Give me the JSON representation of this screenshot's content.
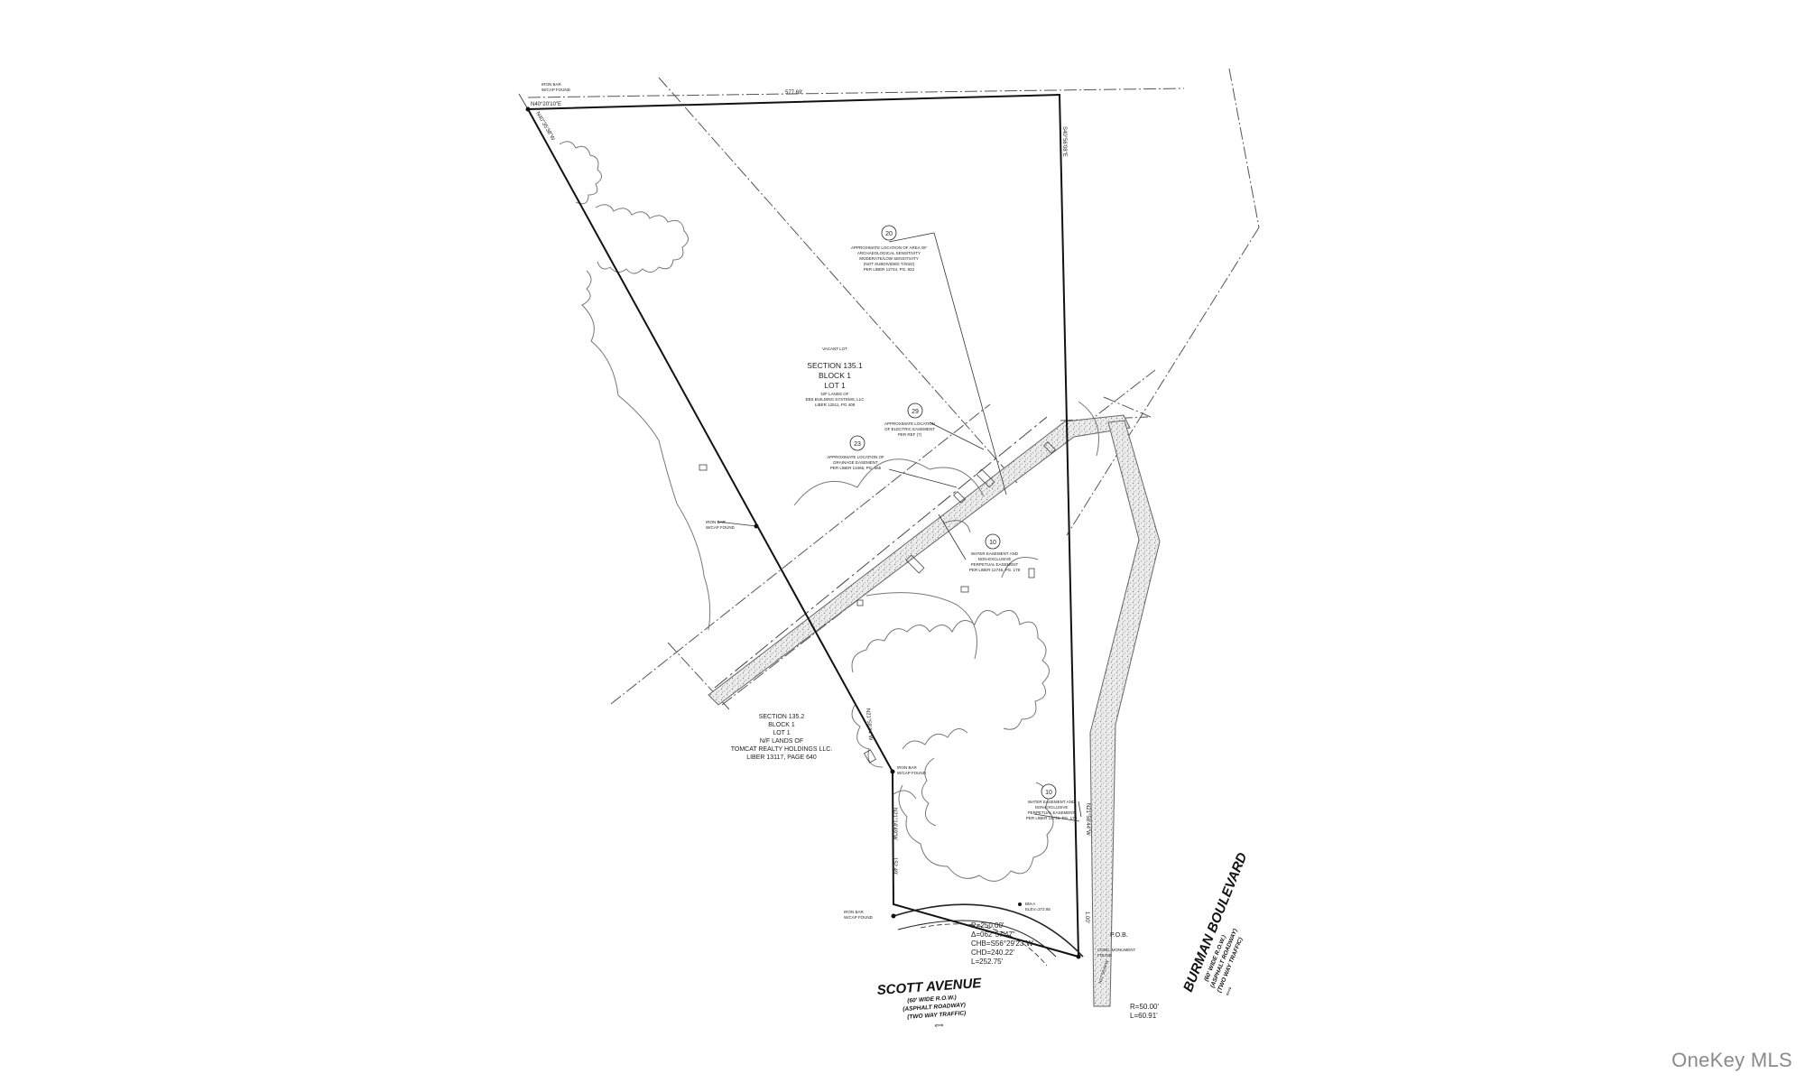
{
  "plat": {
    "boundary_dims": {
      "north": "577.69'",
      "nw_bearing": "N40°20'10\"E",
      "east": "S40°56'08\"E",
      "west_upper": "N40°35'38\"W",
      "west_lower": "N21°14'49\"W",
      "west_lower_len": "152.49'",
      "south_east": "N21°58'44\"W",
      "south_east_len": "1.00'"
    },
    "monuments": {
      "iron_bar_top": "IRON BAR",
      "iron_bar_top_2": "W/CAP FOUND",
      "iron_bar_mid": "IRON BAR",
      "iron_bar_mid_2": "W/CAP FOUND",
      "iron_bar_low": "IRON BAR",
      "iron_bar_low_2": "W/CAP FOUND",
      "iron_bar_bottom": "IRON BAR",
      "iron_bar_bottom_2": "W/CAP FOUND",
      "conc_mon_1": "CONC. MONUMENT",
      "conc_mon_2": "FOUND",
      "pob": "P.O.B.",
      "bm_1": "BM-A",
      "bm_2": "ELEV=372.86"
    },
    "notes": {
      "n20_num": "20",
      "n20_1": "APPROXIMATE LOCATION OF AREA OF",
      "n20_2": "ARCHAEOLOGICAL SENSITIVITY",
      "n20_3": "MODERATE/LOW SENSITIVITY",
      "n20_4": "(NOT SUBDIVIDED 7/2022)",
      "n20_5": "PER LIBER 12744, PG. 822",
      "n29_num": "29",
      "n29_1": "APPROXIMATE LOCATION",
      "n29_2": "OF ELECTRIC EASEMENT",
      "n29_3": "PER REF (7)",
      "n23_num": "23",
      "n23_1": "APPROXIMATE LOCATION OF",
      "n23_2": "DRAINAGE EASEMENT",
      "n23_3": "PER LIBER 13466, PG. 566",
      "n10a_num": "10",
      "n10a_1": "WATER EASEMENT AND",
      "n10a_2": "NON-EXCLUSIVE",
      "n10a_3": "PERPETUAL EASEMENT",
      "n10a_4": "PER LIBER 12746, PG. 178",
      "n10b_num": "10",
      "n10b_1": "WATER EASEMENT AND",
      "n10b_2": "NON-EXCLUSIVE",
      "n10b_3": "PERPETUAL EASEMENT",
      "n10b_4": "PER LIBER 12746, PG. 178"
    },
    "lot_main": {
      "vacant": "VACANT LOT",
      "section": "SECTION 135.1",
      "block": "BLOCK 1",
      "lot": "LOT 1",
      "owner_1": "N/F LANDS OF",
      "owner_2": "EBS BUILDING SYSTEMS, LLC",
      "owner_3": "LIBER 12511, PG 408"
    },
    "lot_adjacent": {
      "section": "SECTION 135.2",
      "block": "BLOCK 1",
      "lot": "LOT 1",
      "owner_1": "N/F LANDS OF",
      "owner_2": "TOMCAT REALTY HOLDINGS LLC.",
      "owner_3": "LIBER 13117, PAGE 640"
    },
    "curve_data": {
      "r": "R=250.00'",
      "delta": "Δ=062°57'47\"",
      "chb": "CHB=S56°29'23\"W",
      "chd": "CHD=240.22'",
      "l": "L=252.75'"
    },
    "curve_data_2": {
      "r": "R=50.00'",
      "l": "L=60.91'"
    },
    "scott_avenue": {
      "name": "SCOTT AVENUE",
      "row": "(60' WIDE R.O.W.)",
      "surface": "(ASPHALT ROADWAY)",
      "traffic": "(TWO WAY TRAFFIC)",
      "arrow": "⟺"
    },
    "burman_boulevard": {
      "name": "BURMAN BOULEVARD",
      "row": "(60' WIDE R.O.W.)",
      "surface": "(ASPHALT ROADWAY)",
      "traffic": "(TWO WAY TRAFFIC)",
      "arrow": "⟺"
    }
  },
  "watermark": "OneKey MLS"
}
